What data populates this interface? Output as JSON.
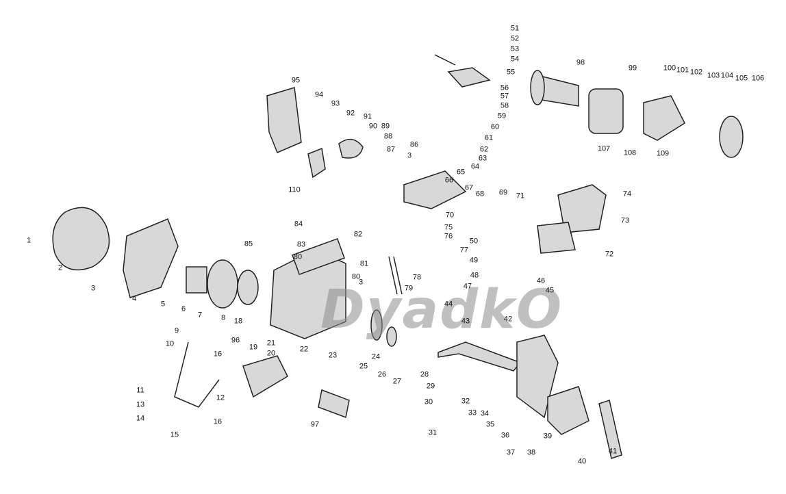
{
  "title": "Generator engine exploded parts diagram",
  "watermark": "DyadkO",
  "callouts": [
    "1",
    "2",
    "3",
    "4",
    "5",
    "6",
    "7",
    "8",
    "9",
    "10",
    "11",
    "12",
    "13",
    "14",
    "15",
    "16",
    "16",
    "18",
    "19",
    "20",
    "21",
    "22",
    "23",
    "24",
    "25",
    "26",
    "27",
    "28",
    "29",
    "30",
    "31",
    "32",
    "33",
    "34",
    "35",
    "36",
    "37",
    "38",
    "39",
    "40",
    "41",
    "42",
    "43",
    "44",
    "45",
    "46",
    "47",
    "48",
    "49",
    "50",
    "51",
    "52",
    "53",
    "54",
    "55",
    "56",
    "57",
    "58",
    "59",
    "60",
    "61",
    "62",
    "63",
    "64",
    "65",
    "66",
    "67",
    "68",
    "69",
    "70",
    "71",
    "72",
    "73",
    "74",
    "75",
    "76",
    "77",
    "78",
    "79",
    "80",
    "80",
    "81",
    "82",
    "83",
    "84",
    "85",
    "86",
    "3",
    "87",
    "88",
    "89",
    "90",
    "91",
    "92",
    "93",
    "94",
    "95",
    "96",
    "97",
    "98",
    "99",
    "100",
    "101",
    "102",
    "103",
    "104",
    "105",
    "106",
    "107",
    "108",
    "109",
    "110",
    "3"
  ]
}
